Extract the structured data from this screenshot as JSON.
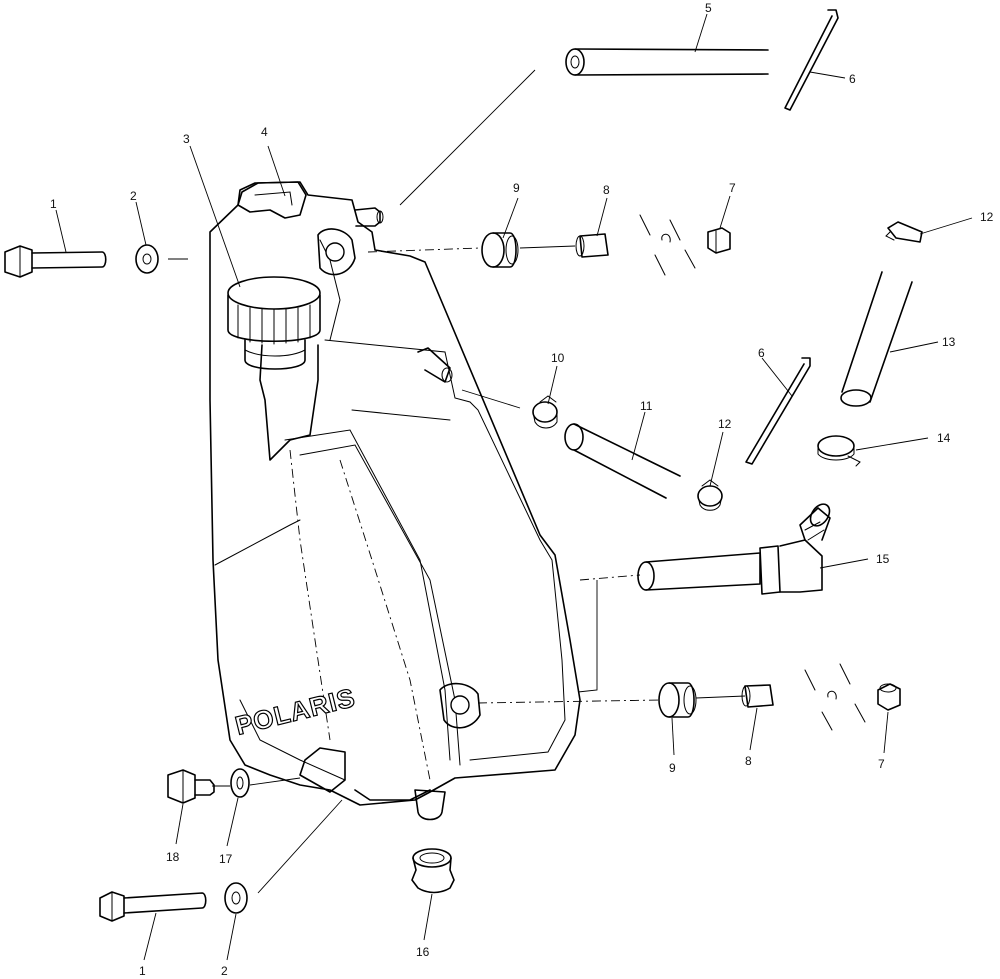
{
  "diagram": {
    "logo_text": "POLARIS",
    "callouts": {
      "c1_top": "1",
      "c2_top": "2",
      "c3": "3",
      "c4": "4",
      "c5": "5",
      "c6_top": "6",
      "c7_top": "7",
      "c8_top": "8",
      "c9_top": "9",
      "c10": "10",
      "c11": "11",
      "c12_top": "12",
      "c13": "13",
      "c14": "14",
      "c12_mid": "12",
      "c6_mid": "6",
      "c15": "15",
      "c9_bot": "9",
      "c8_bot": "8",
      "c7_bot": "7",
      "c18": "18",
      "c17": "17",
      "c16": "16",
      "c1_bot": "1",
      "c2_bot": "2"
    }
  }
}
